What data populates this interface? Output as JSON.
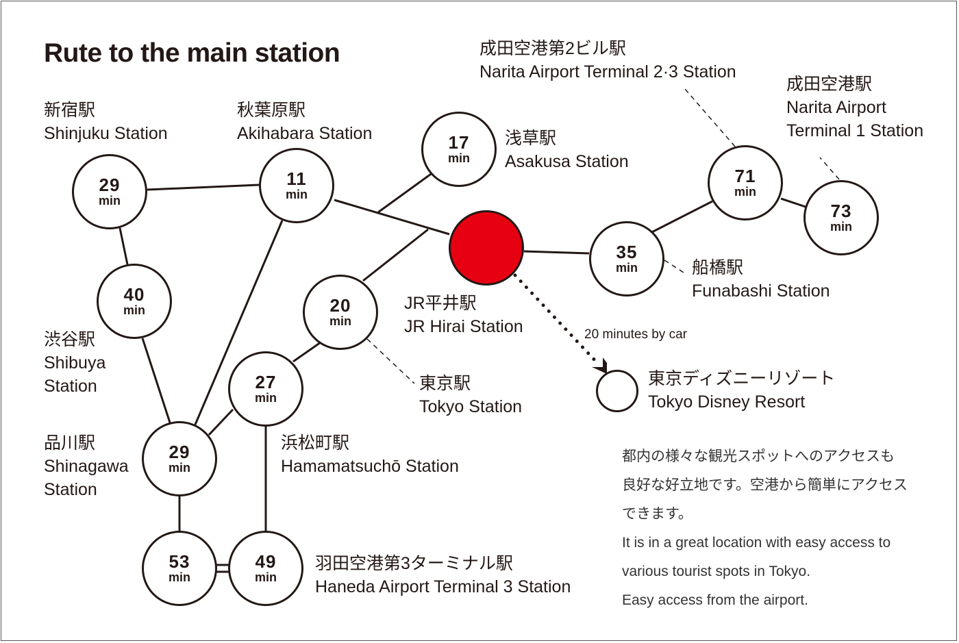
{
  "title": "Rute to the main station",
  "colors": {
    "main_station": "#e60012",
    "line": "#231815"
  },
  "unit": "min",
  "stations": {
    "shinjuku": {
      "ja": "新宿駅",
      "en": "Shinjuku Station",
      "minutes": "29"
    },
    "akihabara": {
      "ja": "秋葉原駅",
      "en": "Akihabara Station",
      "minutes": "11"
    },
    "asakusa": {
      "ja": "浅草駅",
      "en": "Asakusa Station",
      "minutes": "17"
    },
    "hirai": {
      "ja": "JR平井駅",
      "en": "JR Hirai Station"
    },
    "funabashi": {
      "ja": "船橋駅",
      "en": "Funabashi Station",
      "minutes": "35"
    },
    "narita2": {
      "ja": "成田空港第2ビル駅",
      "en": "Narita Airport Terminal 2·3 Station",
      "minutes": "71"
    },
    "narita1": {
      "ja": "成田空港駅",
      "en1": "Narita Airport",
      "en2": "Terminal 1 Station",
      "minutes": "73"
    },
    "shibuya": {
      "ja": "渋谷駅",
      "en1": "Shibuya",
      "en2": "Station",
      "minutes": "40"
    },
    "tokyo": {
      "ja": "東京駅",
      "en": "Tokyo Station",
      "minutes": "20"
    },
    "hamamatsucho": {
      "ja": "浜松町駅",
      "en": "Hamamatsuchō Station",
      "minutes": "27"
    },
    "shinagawa": {
      "ja": "品川駅",
      "en1": "Shinagawa",
      "en2": "Station",
      "minutes": "29"
    },
    "haneda_a": {
      "minutes": "53"
    },
    "haneda_b": {
      "ja": "羽田空港第3ターミナル駅",
      "en": "Haneda Airport Terminal 3 Station",
      "minutes": "49"
    },
    "disney": {
      "ja": "東京ディズニーリゾート",
      "en": "Tokyo Disney Resort"
    }
  },
  "car_note": "20 minutes by car",
  "description": [
    "都内の様々な観光スポットへのアクセスも",
    "良好な好立地です。空港から簡単にアクセス",
    "できます。",
    "It is in a great location with easy access to",
    "various tourist spots in Tokyo.",
    "Easy access from the airport."
  ]
}
